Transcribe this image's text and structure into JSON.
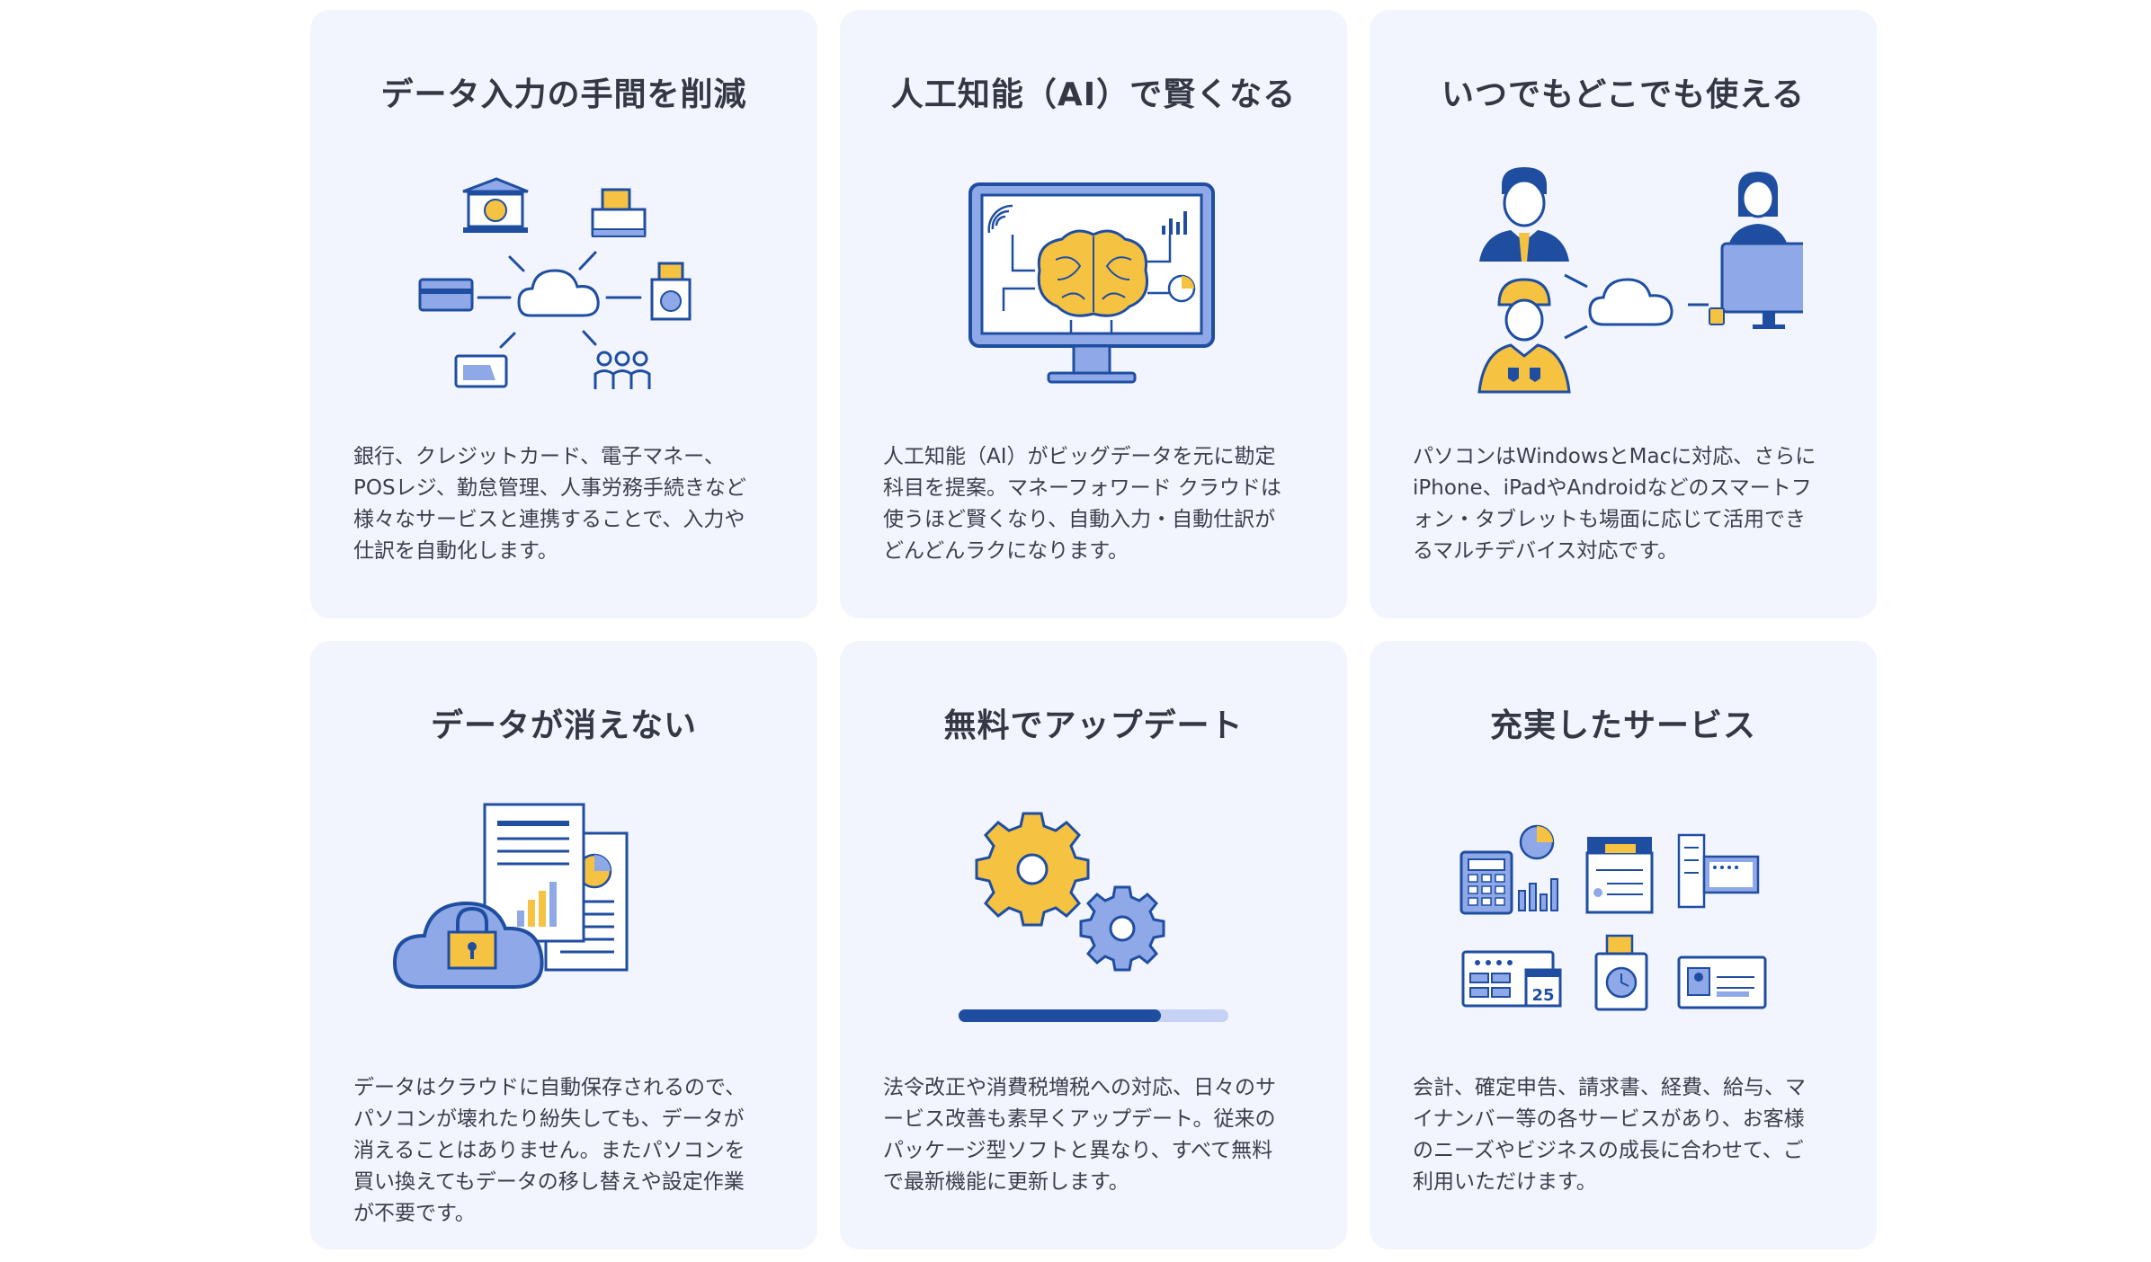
{
  "features": [
    {
      "title": "データ入力の手間を削減",
      "description": "銀行、クレジットカード、電子マネー、\nPOSレジ、勤怠管理、人事労務手続きなど\n様々なサービスと連携することで、入力や\n仕訳を自動化します。",
      "illustration": "cloud-integrations-illustration"
    },
    {
      "title": "人工知能（AI）で賢くなる",
      "description": "人工知能（AI）がビッグデータを元に勘定\n科目を提案。マネーフォワード クラウドは\n使うほど賢くなり、自動入力・自動仕訳が\nどんどんラクになります。",
      "illustration": "ai-brain-monitor-illustration"
    },
    {
      "title": "いつでもどこでも使える",
      "description": "パソコンはWindowsとMacに対応、さらに\niPhone、iPadやAndroidなどのスマートフ\nォン・タブレットも場面に応じて活用でき\nるマルチデバイス対応です。",
      "illustration": "multi-device-people-illustration"
    },
    {
      "title": "データが消えない",
      "description": "データはクラウドに自動保存されるので、\nパソコンが壊れたり紛失しても、データが\n消えることはありません。またパソコンを\n買い換えてもデータの移し替えや設定作業\nが不要です。",
      "illustration": "cloud-lock-documents-illustration"
    },
    {
      "title": "無料でアップデート",
      "description": "法令改正や消費税増税への対応、日々のサ\nービス改善も素早くアップデート。従来の\nパッケージ型ソフトと異なり、すべて無料\nで最新機能に更新します。",
      "illustration": "gears-progress-illustration"
    },
    {
      "title": "充実したサービス",
      "description": "会計、確定申告、請求書、経費、給与、マ\nイナンバー等の各サービスがあり、お客様\nのニーズやビジネスの成長に合わせて、ご\n利用いただけます。",
      "illustration": "service-icons-illustration"
    }
  ],
  "progress": {
    "update_progress": 0.75
  },
  "colors": {
    "card_bg": "#f2f5fd",
    "navy": "#1f4ea1",
    "light_blue": "#8fa8e8",
    "yellow": "#f5c242",
    "title": "#333844"
  }
}
